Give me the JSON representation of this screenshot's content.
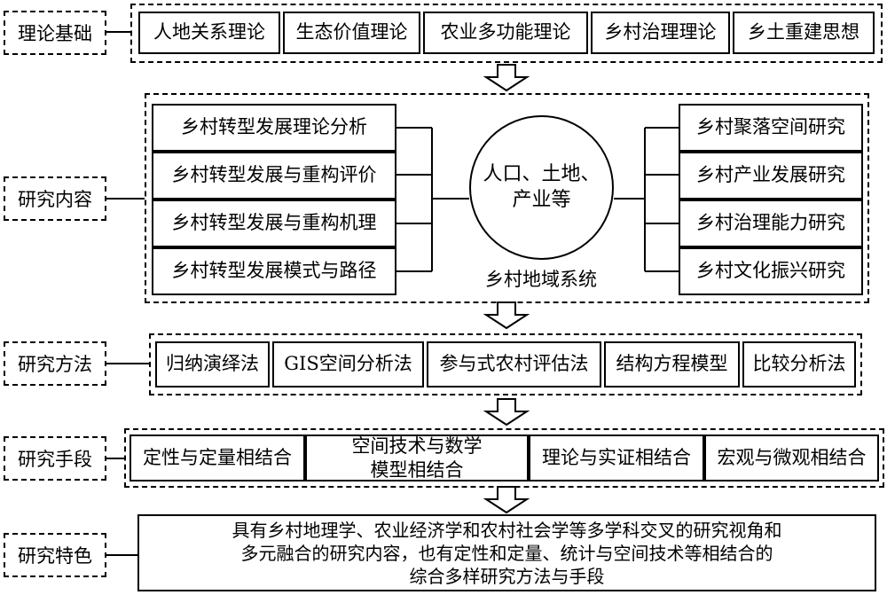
{
  "rows": {
    "theory": {
      "label": "理论基础",
      "items": [
        "人地关系理论",
        "生态价值理论",
        "农业多功能理论",
        "乡村治理理论",
        "乡土重建思想"
      ]
    },
    "content": {
      "label": "研究内容",
      "left_items": [
        "乡村转型发展理论分析",
        "乡村转型发展与重构评价",
        "乡村转型发展与重构机理",
        "乡村转型发展模式与路径"
      ],
      "center_lines": [
        "人口、土地、",
        "产业等"
      ],
      "center_caption": "乡村地域系统",
      "right_items": [
        "乡村聚落空间研究",
        "乡村产业发展研究",
        "乡村治理能力研究",
        "乡村文化振兴研究"
      ]
    },
    "method": {
      "label": "研究方法",
      "items": [
        "归纳演绎法",
        "GIS空间分析法",
        "参与式农村评估法",
        "结构方程模型",
        "比较分析法"
      ]
    },
    "means": {
      "label": "研究手段",
      "items": [
        "定性与定量相结合",
        "空间技术与数学模型相结合",
        "理论与实证相结合",
        "宏观与微观相结合"
      ],
      "item2_lines": [
        "空间技术与数学",
        "模型相结合"
      ]
    },
    "feature": {
      "label": "研究特色",
      "lines": [
        "具有乡村地理学、农业经济学和农村社会学等多学科交叉的研究视角和",
        "多元融合的研究内容，也有定性和定量、统计与空间技术等相结合的",
        "综合多样研究方法与手段"
      ]
    }
  }
}
